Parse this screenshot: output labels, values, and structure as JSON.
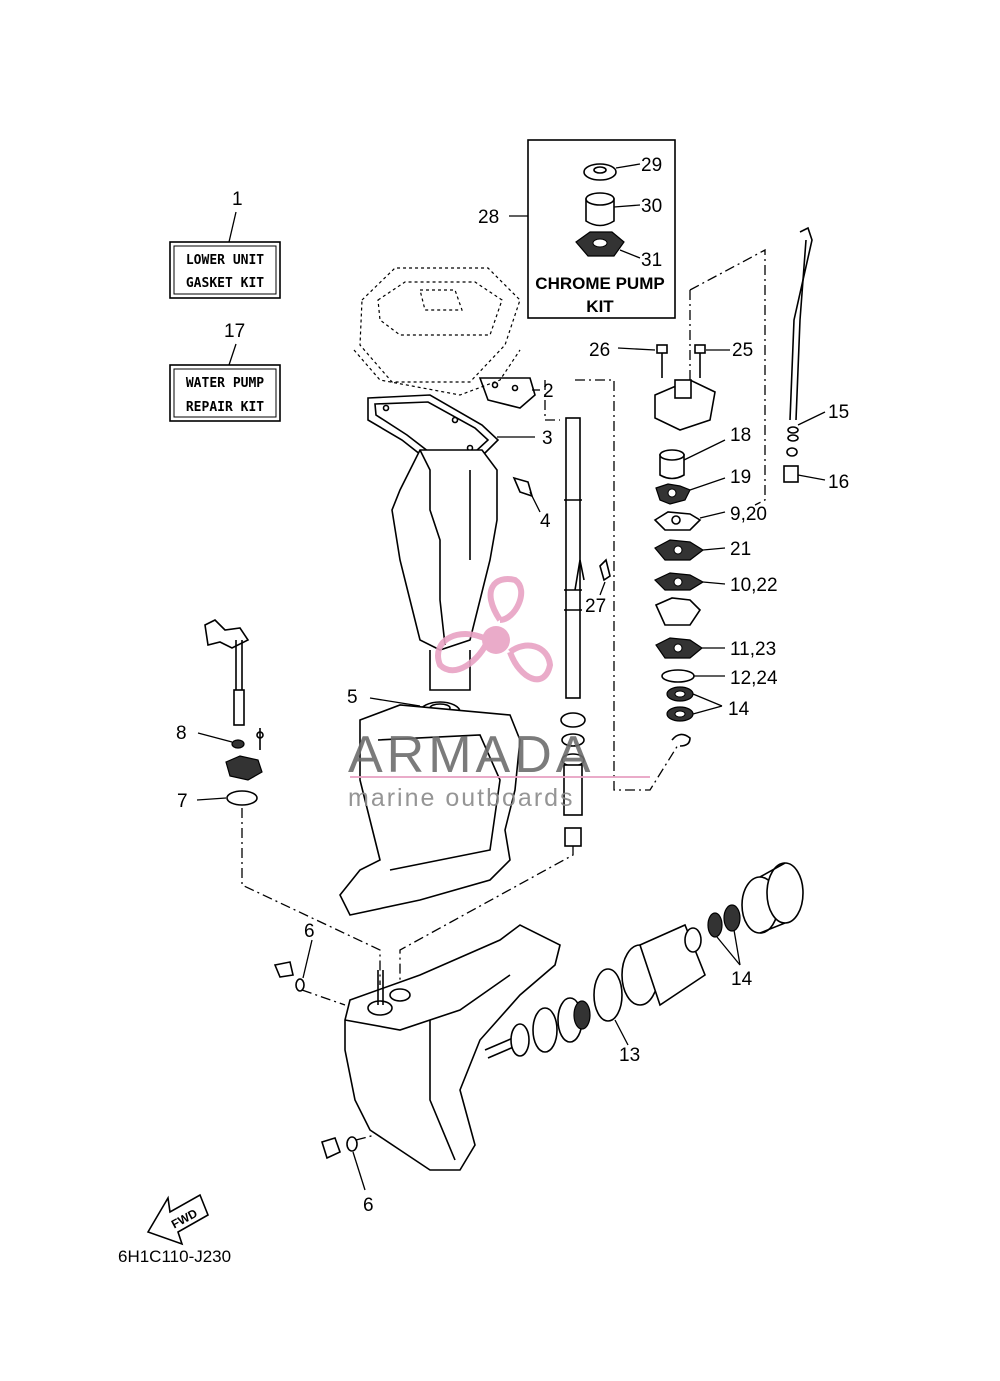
{
  "kits": {
    "lower_unit_number": "1",
    "lower_unit_line1": "LOWER UNIT",
    "lower_unit_line2": "GASKET KIT",
    "water_pump_number": "17",
    "water_pump_line1": "WATER PUMP",
    "water_pump_line2": "REPAIR KIT",
    "chrome_pump_number": "28",
    "chrome_pump_line1": "CHROME PUMP",
    "chrome_pump_line2": "KIT"
  },
  "callouts": {
    "c2": "2",
    "c3": "3",
    "c4": "4",
    "c5": "5",
    "c6a": "6",
    "c6b": "6",
    "c7": "7",
    "c8": "8",
    "c9_20": "9,20",
    "c10_22": "10,22",
    "c11_23": "11,23",
    "c12_24": "12,24",
    "c13": "13",
    "c14a": "14",
    "c14b": "14",
    "c15": "15",
    "c16": "16",
    "c18": "18",
    "c19": "19",
    "c21": "21",
    "c25": "25",
    "c26": "26",
    "c27": "27",
    "c29": "29",
    "c30": "30",
    "c31": "31"
  },
  "direction_label": "FWD",
  "diagram_code": "6H1C110-J230",
  "watermark": {
    "brand": "ARMADA",
    "tagline": "marine outboards",
    "logo_color": "#e8a3c4",
    "text_color": "#6d6d6d"
  }
}
